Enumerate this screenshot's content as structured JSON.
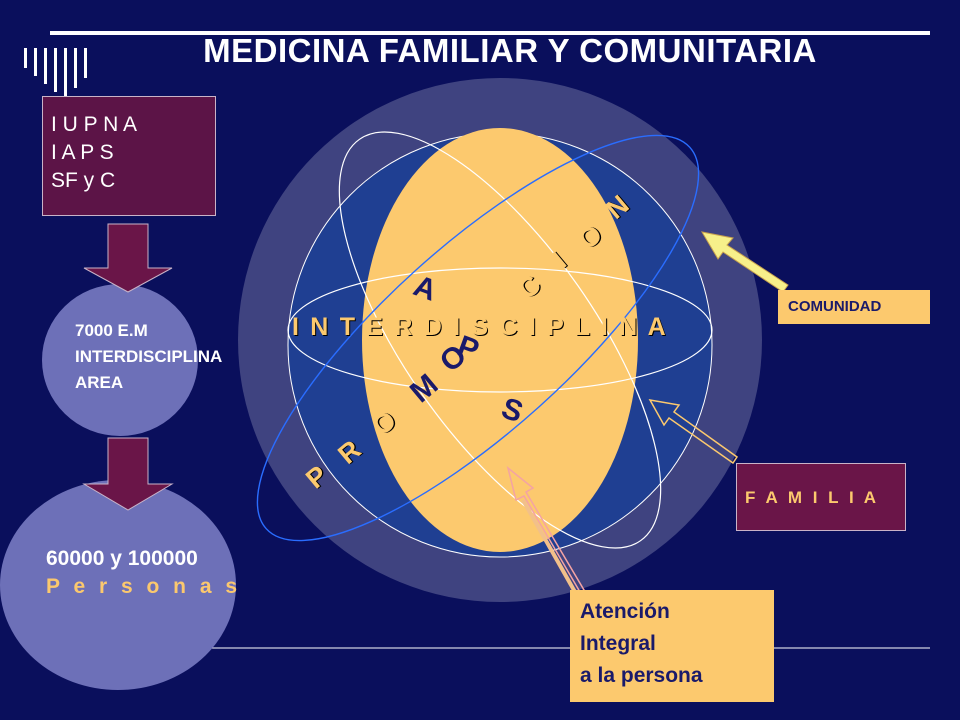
{
  "title": "MEDICINA FAMILIAR Y COMUNITARIA",
  "top_box": {
    "lines": [
      "I U P N A",
      "I A P S",
      "SF y C"
    ]
  },
  "middle_circle": {
    "lines": [
      "7000 E.M",
      "INTERDISCIPLINA",
      "AREA"
    ]
  },
  "bottom_circle": {
    "line1": "60000 y 100000",
    "line2": "P e r s o n a s"
  },
  "interdisciplina": "I N T E R D I S C I P L I N A",
  "promocion_letters": [
    "P",
    "R",
    "O",
    "M",
    "O",
    "C",
    "I",
    "O",
    "N"
  ],
  "aps_letters": [
    "A",
    "P",
    "S"
  ],
  "comunidad": "COMUNIDAD",
  "familia": "F A M I L I A",
  "atencion": {
    "lines": [
      "Atención",
      "Integral",
      "a la persona"
    ]
  },
  "colors": {
    "background": "#0a0f5c",
    "outer_globe": "#3f4380",
    "inner_globe": "#1f3f92",
    "core_ellipse": "#fcc96e",
    "box_maroon": "#5c1447",
    "circle_lavender": "#6d70b8",
    "accent_yellow": "#fcc96e"
  }
}
